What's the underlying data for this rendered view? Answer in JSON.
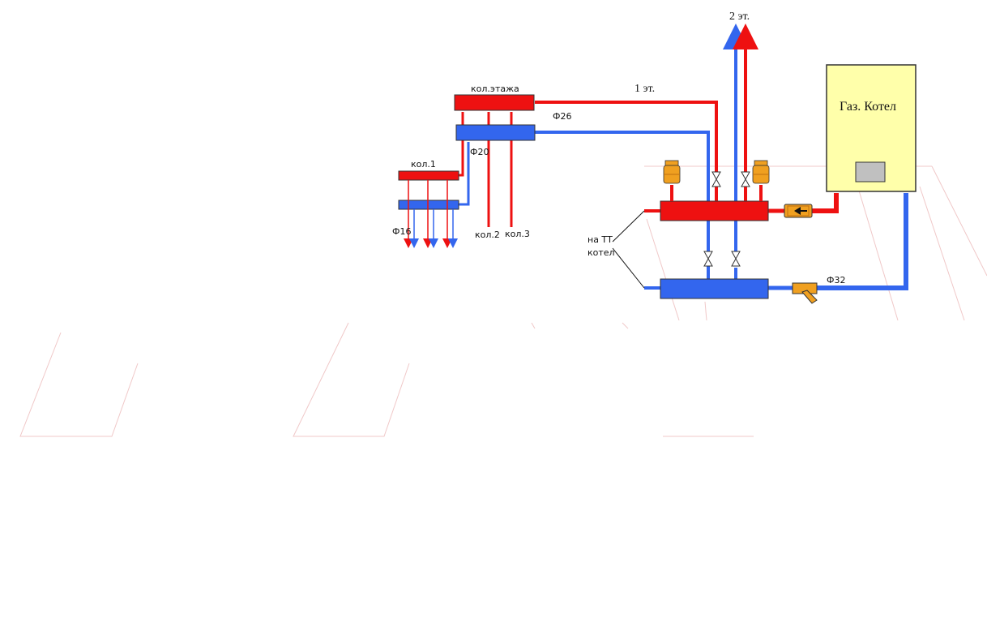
{
  "labels": {
    "floor_collector": "кол.этажа",
    "floor1": "1 эт.",
    "floor2": "2 эт.",
    "d26": "Ф26",
    "d20": "Ф20",
    "d16": "Ф16",
    "d32": "Ф32",
    "col1": "кол.1",
    "col2": "кол.2",
    "col3": "кол.3",
    "tt_line1": "на ТТ",
    "tt_line2": "котел",
    "boiler": "Газ. Котел"
  },
  "colors": {
    "supply": "#ee1111",
    "return": "#3366ee",
    "boiler_fill": "#ffffaa",
    "fitting": "#f0a020",
    "faint_line": "#f0c8c8"
  }
}
